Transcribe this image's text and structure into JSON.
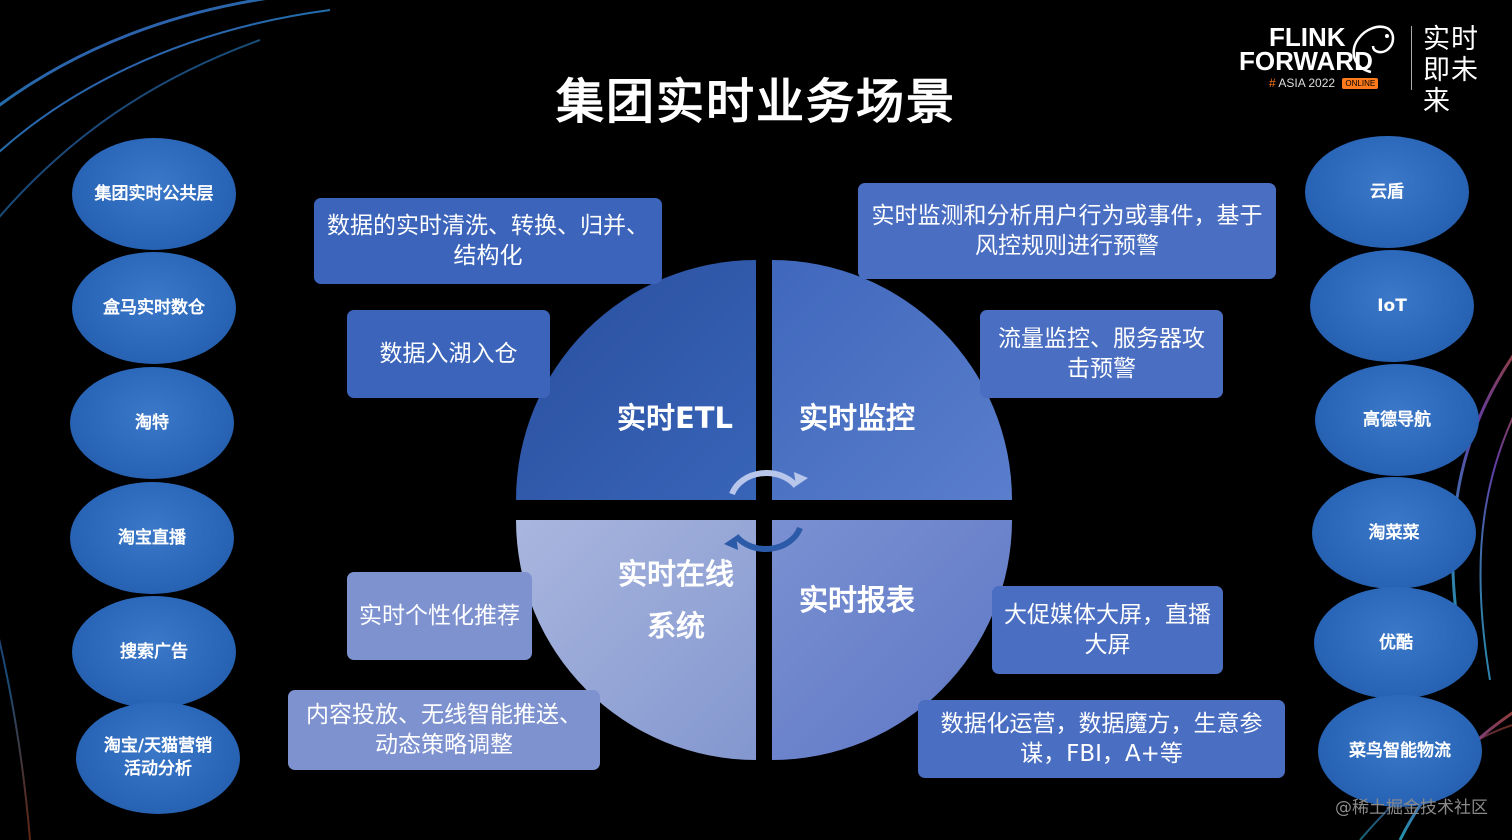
{
  "title": "集团实时业务场景",
  "logo": {
    "line1": "FLINK",
    "line2": "FORWARD",
    "hash": "#",
    "event": "ASIA 2022",
    "badge": "ONLINE",
    "tagline": "实时即未来"
  },
  "left_scenarios": [
    "集团实时公共层",
    "盒马实时数仓",
    "淘特",
    "淘宝直播",
    "搜索广告",
    "淘宝/天猫营销活动分析"
  ],
  "right_scenarios": [
    "云盾",
    "IoT",
    "高德导航",
    "淘菜菜",
    "优酷",
    "菜鸟智能物流"
  ],
  "quadrants": {
    "etl": "实时ETL",
    "monitor": "实时监控",
    "online": "实时在线系统",
    "report": "实时报表"
  },
  "boxes": {
    "etl_1": "数据的实时清洗、转换、归并、结构化",
    "etl_2": "数据入湖入仓",
    "monitor_1": "实时监测和分析用户行为或事件，基于风控规则进行预警",
    "monitor_2": "流量监控、服务器攻击预警",
    "online_1": "实时个性化推荐",
    "online_2": "内容投放、无线智能推送、动态策略调整",
    "report_1": "大促媒体大屏，直播大屏",
    "report_2": "数据化运营，数据魔方，生意参谋，FBI，A+等"
  },
  "watermark": "@稀土掘金技术社区",
  "colors": {
    "etl": "#2f57a8",
    "monitor": "#4d72c4",
    "online": "#98a8d8",
    "report": "#6b84cc",
    "oval": "#2a66b8"
  }
}
